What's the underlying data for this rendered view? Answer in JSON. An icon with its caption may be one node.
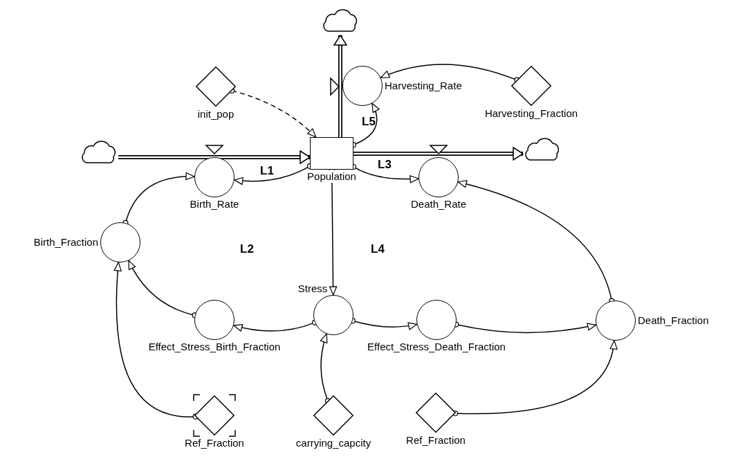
{
  "diagram": {
    "nodes": [
      {
        "text": [],
        "shape": "cloud"
      },
      {
        "text": [
          "Harvesting_Rate"
        ]
      },
      {
        "text": [
          "Harvesting_Fraction"
        ]
      },
      {
        "text": [
          "init_pop"
        ]
      },
      {
        "text": [],
        "shape": "cloud"
      },
      {
        "text": [
          "Population"
        ]
      },
      {
        "text": [],
        "shape": "cloud"
      },
      {
        "text": [
          "Birth_Rate"
        ]
      },
      {
        "text": [
          "Death_Rate"
        ]
      },
      {
        "text": [
          "Birth_Fraction"
        ]
      },
      {
        "text": [
          "Stress"
        ]
      },
      {
        "text": [
          "Effect_Stress_Birth_Fraction"
        ]
      },
      {
        "text": [
          "Effect_Stress_Death_Fraction"
        ]
      },
      {
        "text": [
          "Death_Fraction"
        ]
      },
      {
        "text": [
          "Ref_Fraction"
        ]
      },
      {
        "text": [
          "carrying_capcity"
        ]
      },
      {
        "text": [
          "Ref_Fraction"
        ]
      }
    ],
    "edges": [
      {
        "from": 4,
        "to": 5,
        "arrow": "to",
        "style": "thick"
      },
      {
        "from": 5,
        "to": 6,
        "arrow": "to",
        "style": "thick"
      },
      {
        "from": 5,
        "to": 0,
        "arrow": "to",
        "style": "thick"
      },
      {
        "from": 3,
        "to": 5,
        "arrow": "to",
        "style": "dashed"
      },
      {
        "from": 2,
        "to": 1,
        "arrow": "to"
      },
      {
        "from": 5,
        "to": 1,
        "arrow": "to"
      },
      {
        "from": 5,
        "to": 7,
        "arrow": "to"
      },
      {
        "from": 5,
        "to": 8,
        "arrow": "to"
      },
      {
        "from": 5,
        "to": 10,
        "arrow": "to"
      },
      {
        "from": 9,
        "to": 7,
        "arrow": "to"
      },
      {
        "from": 13,
        "to": 8,
        "arrow": "to"
      },
      {
        "from": 11,
        "to": 9,
        "arrow": "to"
      },
      {
        "from": 14,
        "to": 9,
        "arrow": "to"
      },
      {
        "from": 10,
        "to": 11,
        "arrow": "to"
      },
      {
        "from": 10,
        "to": 12,
        "arrow": "to"
      },
      {
        "from": 12,
        "to": 13,
        "arrow": "to"
      },
      {
        "from": 16,
        "to": 13,
        "arrow": "to"
      },
      {
        "from": 15,
        "to": 10,
        "arrow": "to"
      }
    ],
    "labels": [
      "L5",
      "L1",
      "L3",
      "L2",
      "L4"
    ]
  }
}
